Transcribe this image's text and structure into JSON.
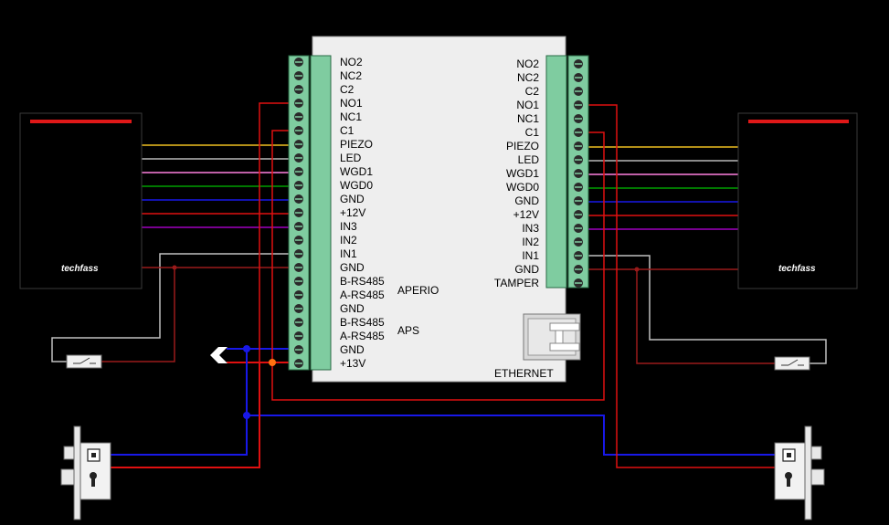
{
  "left_terminals": [
    "NO2",
    "NC2",
    "C2",
    "NO1",
    "NC1",
    "C1",
    "PIEZO",
    "LED",
    "WGD1",
    "WGD0",
    "GND",
    "+12V",
    "IN3",
    "IN2",
    "IN1",
    "GND",
    "B-RS485",
    "A-RS485",
    "GND",
    "B-RS485",
    "A-RS485",
    "GND",
    "+13V"
  ],
  "right_terminals": [
    "NO2",
    "NC2",
    "C2",
    "NO1",
    "NC1",
    "C1",
    "PIEZO",
    "LED",
    "WGD1",
    "WGD0",
    "GND",
    "+12V",
    "IN3",
    "IN2",
    "IN1",
    "GND",
    "TAMPER"
  ],
  "group_labels": {
    "aperio": "APERIO",
    "aps": "APS"
  },
  "ethernet_label": "ETHERNET",
  "reader_brand": "techfass",
  "reader_wires": [
    {
      "color": "#f0c020"
    },
    {
      "color": "#b8b8b8"
    },
    {
      "color": "#ff80e0"
    },
    {
      "color": "#00a000"
    },
    {
      "color": "#1818e8"
    },
    {
      "color": "#e01010"
    },
    {
      "color": "#a000c0"
    }
  ],
  "colors": {
    "background": "#000000",
    "board": "#eeeeee",
    "terminal_block": "#7fcca0",
    "reader_accent": "#e01818",
    "power_positive": "#e01010",
    "power_negative": "#1818e8",
    "junction": "#ff7010",
    "dark_red_wire": "#9a1a1a",
    "gray_wire": "#c0c0c0"
  }
}
